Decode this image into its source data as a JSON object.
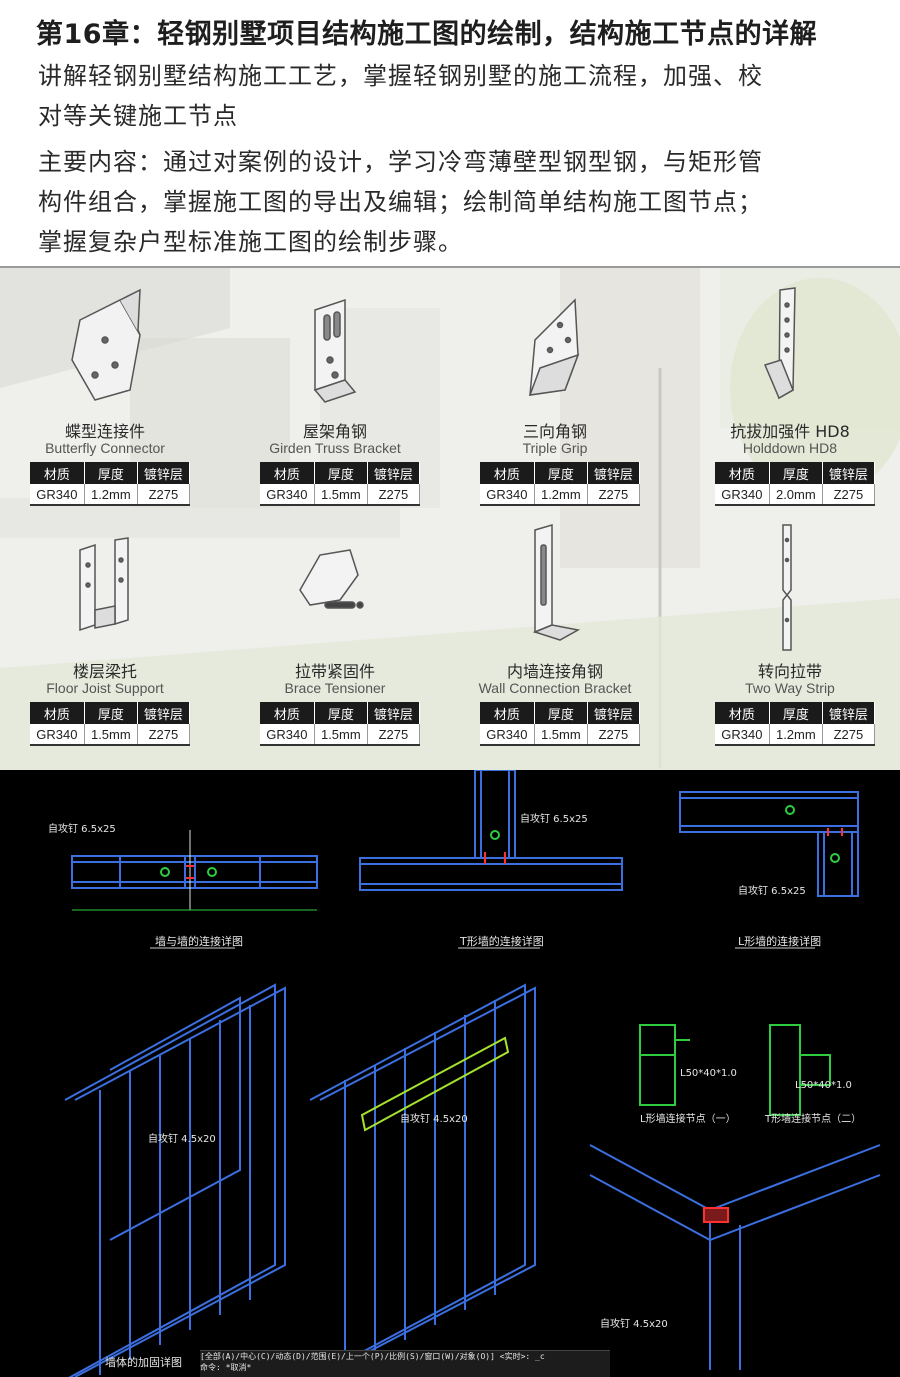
{
  "header": {
    "title": "第16章：轻钢别墅项目结构施工图的绘制，结构施工节点的详解",
    "intro_lines": [
      "讲解轻钢别墅结构施工工艺，掌握轻钢别墅的施工流程，加强、校",
      "对等关键施工节点"
    ],
    "content_lines": [
      "主要内容：通过对案例的设计，学习冷弯薄壁型钢型钢，与矩形管",
      "构件组合，掌握施工图的导出及编辑；绘制简单结构施工图节点；",
      "掌握复杂户型标准施工图的绘制步骤。"
    ]
  },
  "spec_headers": [
    "材质",
    "厚度",
    "镀锌层"
  ],
  "products": [
    {
      "cn": "蝶型连接件",
      "en": "Butterfly Connector",
      "material": "GR340",
      "thickness": "1.2mm",
      "zinc": "Z275"
    },
    {
      "cn": "屋架角钢",
      "en": "Girden Truss Bracket",
      "material": "GR340",
      "thickness": "1.5mm",
      "zinc": "Z275"
    },
    {
      "cn": "三向角钢",
      "en": "Triple Grip",
      "material": "GR340",
      "thickness": "1.2mm",
      "zinc": "Z275"
    },
    {
      "cn": "抗拔加强件 HD8",
      "en": "Holddown HD8",
      "material": "GR340",
      "thickness": "2.0mm",
      "zinc": "Z275"
    },
    {
      "cn": "楼层梁托",
      "en": "Floor Joist Support",
      "material": "GR340",
      "thickness": "1.5mm",
      "zinc": "Z275"
    },
    {
      "cn": "拉带紧固件",
      "en": "Brace Tensioner",
      "material": "GR340",
      "thickness": "1.5mm",
      "zinc": "Z275"
    },
    {
      "cn": "内墙连接角钢",
      "en": "Wall Connection Bracket",
      "material": "GR340",
      "thickness": "1.5mm",
      "zinc": "Z275"
    },
    {
      "cn": "转向拉带",
      "en": "Two Way Strip",
      "material": "GR340",
      "thickness": "1.2mm",
      "zinc": "Z275"
    }
  ],
  "cad": {
    "captions": [
      "墙与墙的连接详图",
      "T形墙的连接详图",
      "L形墙的连接详图",
      "墙体的加固详图"
    ],
    "annotations": [
      "自攻钉 6.5x25",
      "自攻钉 6.5x25",
      "自攻钉 6.5x25",
      "自攻钉 4.5x20",
      "自攻钉 4.5x20",
      "自攻钉 4.5x20"
    ],
    "angle_labels": [
      "L50*40*1.0",
      "L50*40*1.0"
    ],
    "node_captions": [
      "L形墙连接节点（一）",
      "T形墙连接节点（二）"
    ],
    "command_line": "[全部(A)/中心(C)/动态(D)/范围(E)/上一个(P)/比例(S)/窗口(W)/对象(O)] <实时>: _c",
    "command_line2": "命令: *取消*"
  }
}
